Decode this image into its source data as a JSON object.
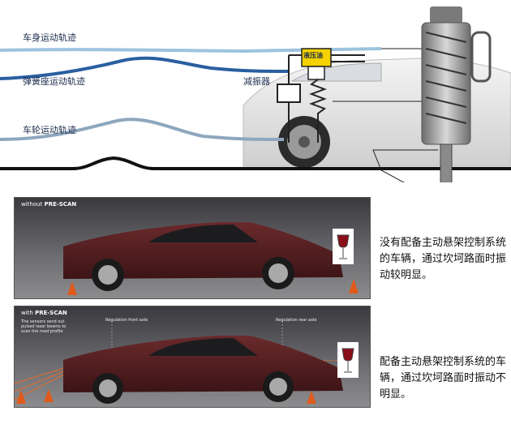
{
  "diagram": {
    "labels": {
      "body_track": "车身运动轨迹",
      "spring_track": "弹簧座运动轨迹",
      "wheel_track": "车轮运动轨迹",
      "damper": "减振器",
      "hydraulic": "液压油"
    },
    "colors": {
      "body_line": "#9cc3de",
      "spring_line": "#2a5fa0",
      "wheel_line": "#8ea7be",
      "road": "#111111"
    }
  },
  "panels": [
    {
      "title_prefix": "without",
      "title_brand": "PRE-SCAN",
      "caption": "没有配备主动悬架控制系统的车辆，通过坎坷路面时振动较明显。"
    },
    {
      "title_prefix": "with",
      "title_brand": "PRE-SCAN",
      "caption": "配备主动悬架控制系统的车辆，通过坎坷路面时振动不明显。",
      "notes": {
        "sensors": "The sensors send out pulsed laser beams to scan the road profile",
        "front_axle": "Regulation front axle",
        "rear_axle": "Regulation rear axle"
      }
    }
  ]
}
